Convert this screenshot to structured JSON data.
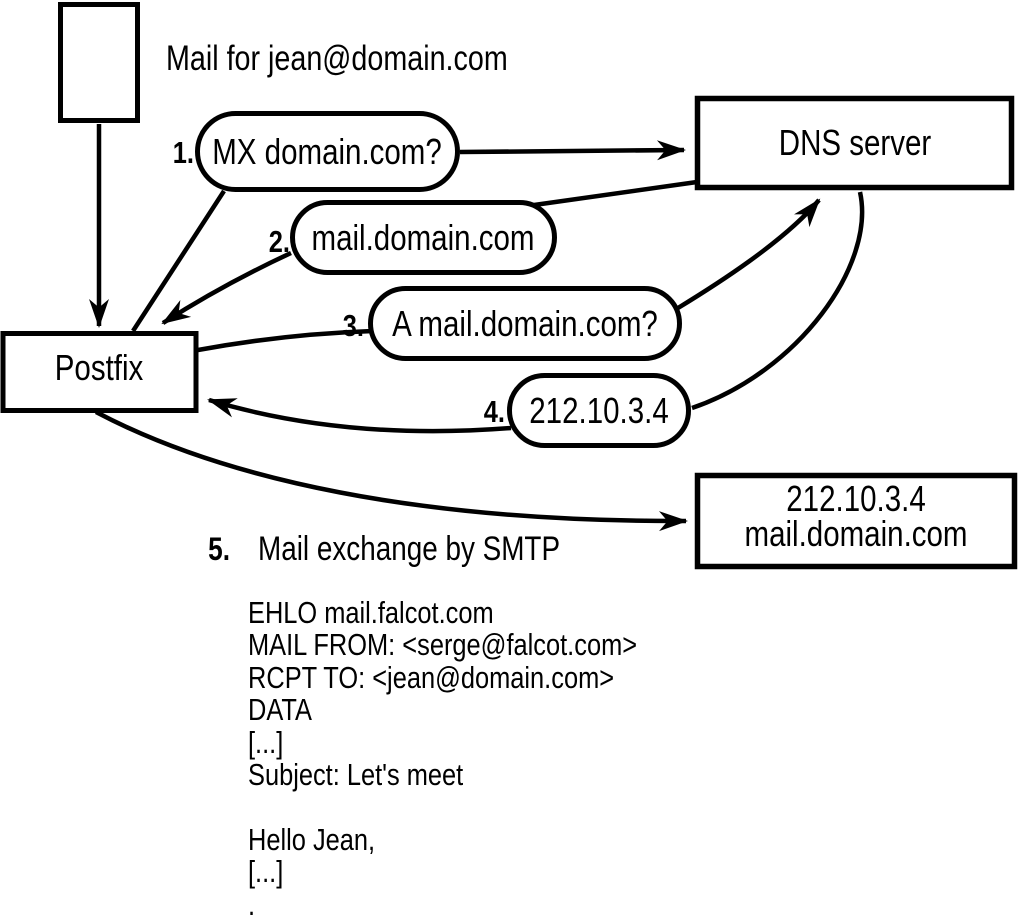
{
  "diagram": {
    "title": "Mail for jean@domain.com",
    "nodes": {
      "postfix": {
        "label": "Postfix"
      },
      "dns_server": {
        "label": "DNS server"
      },
      "mail_server": {
        "line1": "212.10.3.4",
        "line2": "mail.domain.com"
      }
    },
    "steps": [
      {
        "num": "1.",
        "label": "MX domain.com?"
      },
      {
        "num": "2.",
        "label": "mail.domain.com"
      },
      {
        "num": "3.",
        "label": "A mail.domain.com?"
      },
      {
        "num": "4.",
        "label": "212.10.3.4"
      },
      {
        "num": "5.",
        "label": "Mail exchange by SMTP"
      }
    ],
    "smtp_session": {
      "lines": [
        "EHLO mail.falcot.com",
        "MAIL FROM: <serge@falcot.com>",
        "RCPT TO: <jean@domain.com>",
        "DATA",
        "[...]",
        "Subject: Let's meet",
        "",
        "Hello Jean,",
        "[...]",
        "."
      ]
    },
    "colors": {
      "ink": "#000000",
      "paper": "#ffffff"
    }
  }
}
